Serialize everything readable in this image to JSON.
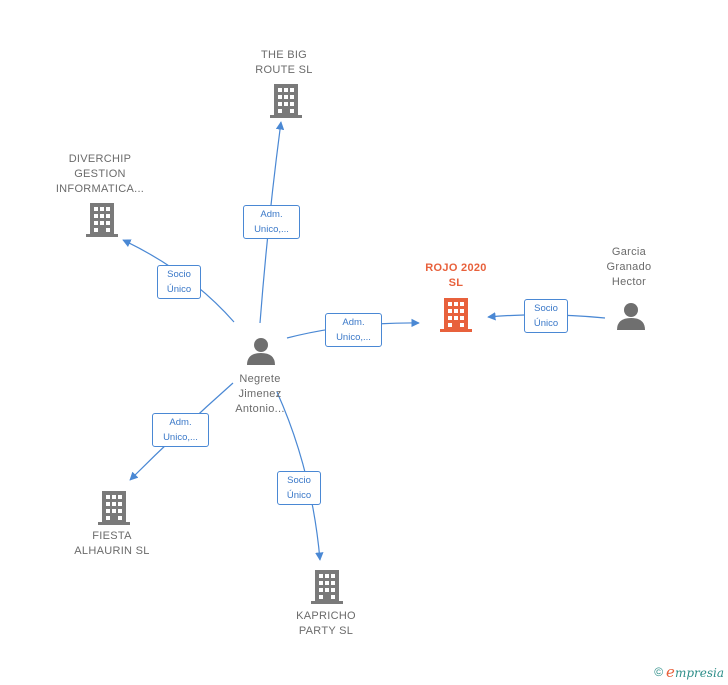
{
  "nodes": {
    "the_big_route": {
      "lines": [
        "THE BIG",
        "ROUTE  SL"
      ],
      "kind": "company"
    },
    "diverchip": {
      "lines": [
        "DIVERCHIP",
        "GESTION",
        "INFORMATICA..."
      ],
      "kind": "company"
    },
    "rojo_2020": {
      "lines": [
        "ROJO 2020",
        "SL"
      ],
      "kind": "company-main"
    },
    "garcia": {
      "lines": [
        "Garcia",
        "Granado",
        "Hector"
      ],
      "kind": "person"
    },
    "negrete": {
      "lines": [
        "Negrete",
        "Jimenez",
        "Antonio..."
      ],
      "kind": "person"
    },
    "fiesta": {
      "lines": [
        "FIESTA",
        "ALHAURIN  SL"
      ],
      "kind": "company"
    },
    "kapricho": {
      "lines": [
        "KAPRICHO",
        "PARTY  SL"
      ],
      "kind": "company"
    }
  },
  "edges": {
    "to_the_big_route": {
      "lines": [
        "Adm.",
        "Unico,..."
      ]
    },
    "to_diverchip": {
      "lines": [
        "Socio",
        "Único"
      ]
    },
    "to_rojo": {
      "lines": [
        "Adm.",
        "Unico,..."
      ]
    },
    "garcia_to_rojo": {
      "lines": [
        "Socio",
        "Único"
      ]
    },
    "to_fiesta": {
      "lines": [
        "Adm.",
        "Unico,..."
      ]
    },
    "to_kapricho": {
      "lines": [
        "Socio",
        "Único"
      ]
    }
  },
  "colors": {
    "edge": "#4a88d4",
    "company_icon": "#7a7a7a",
    "main_icon": "#e8613c",
    "person_icon": "#6f6f6f"
  },
  "footer": {
    "copyright_symbol": "©",
    "brand_initial": "e",
    "brand_rest": "mpresia"
  }
}
